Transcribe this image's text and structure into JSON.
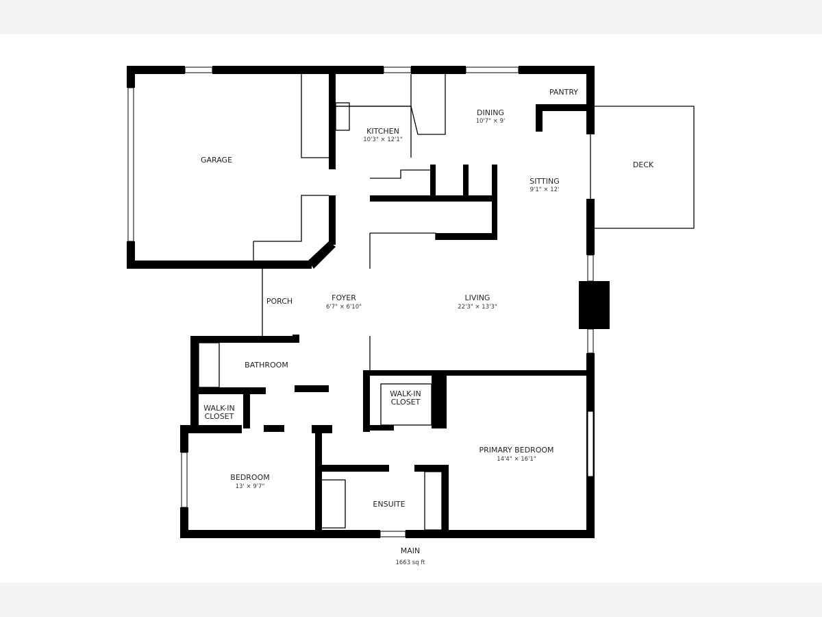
{
  "floor": {
    "name": "MAIN",
    "area": "1663 sq ft"
  },
  "rooms": {
    "garage": {
      "name": "GARAGE"
    },
    "kitchen": {
      "name": "KITCHEN",
      "size": "10'3\" × 12'1\""
    },
    "dining": {
      "name": "DINING",
      "size": "10'7\" × 9'"
    },
    "pantry": {
      "name": "PANTRY"
    },
    "deck": {
      "name": "DECK"
    },
    "sitting": {
      "name": "SITTING",
      "size": "9'1\" × 12'"
    },
    "porch": {
      "name": "PORCH"
    },
    "foyer": {
      "name": "FOYER",
      "size": "6'7\" × 6'10\""
    },
    "living": {
      "name": "LIVING",
      "size": "22'3\" × 13'3\""
    },
    "bathroom": {
      "name": "BATHROOM"
    },
    "walkin1": {
      "name1": "WALK-IN",
      "name2": "CLOSET"
    },
    "walkin2": {
      "name1": "WALK-IN",
      "name2": "CLOSET"
    },
    "primary": {
      "name": "PRIMARY BEDROOM",
      "size": "14'4\" × 16'1\""
    },
    "bedroom": {
      "name": "BEDROOM",
      "size": "13' × 9'7\""
    },
    "ensuite": {
      "name": "ENSUITE"
    }
  }
}
